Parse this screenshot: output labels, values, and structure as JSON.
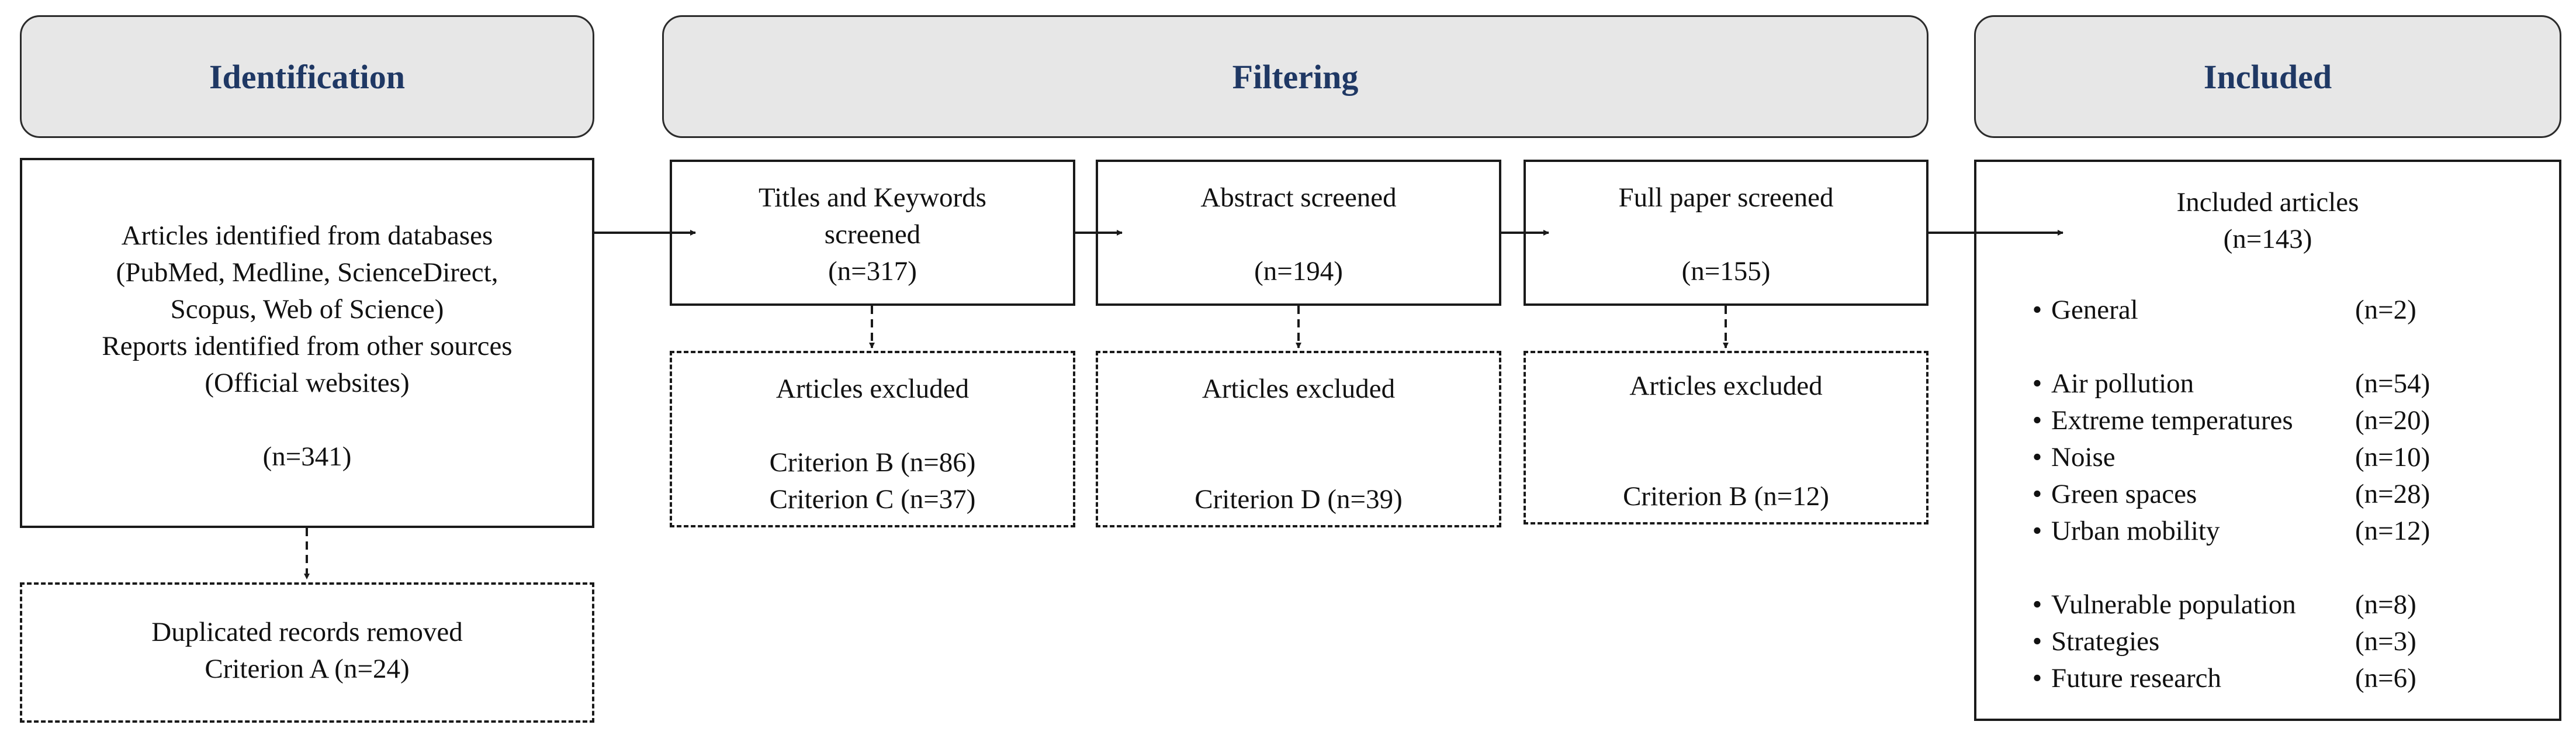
{
  "headers": {
    "identification": "Identification",
    "filtering": "Filtering",
    "included": "Included"
  },
  "identification": {
    "lines": [
      "Articles identified from databases",
      "(PubMed, Medline, ScienceDirect,",
      "Scopus, Web of Science)",
      "Reports identified from other sources",
      "(Official websites)"
    ],
    "count": "(n=341)"
  },
  "duplicates": {
    "title": "Duplicated records removed",
    "criterion": "Criterion A (n=24)"
  },
  "screening": [
    {
      "title_lines": [
        "Titles and Keywords",
        "screened"
      ],
      "count": "(n=317)",
      "excluded_title": "Articles excluded",
      "criteria": [
        "Criterion B (n=86)",
        "Criterion C (n=37)"
      ]
    },
    {
      "title_lines": [
        "Abstract screened"
      ],
      "count": "(n=194)",
      "excluded_title": "Articles excluded",
      "criteria": [
        "Criterion D (n=39)"
      ]
    },
    {
      "title_lines": [
        "Full paper  screened"
      ],
      "count": "(n=155)",
      "excluded_title": "Articles excluded",
      "criteria": [
        "Criterion B (n=12)"
      ]
    }
  ],
  "included": {
    "title": "Included articles",
    "count": "(n=143)",
    "bullet": "•",
    "groups": [
      [
        {
          "label": "General",
          "count": "(n=2)"
        }
      ],
      [
        {
          "label": "Air pollution",
          "count": "(n=54)"
        },
        {
          "label": "Extreme temperatures",
          "count": "(n=20)"
        },
        {
          "label": "Noise",
          "count": "(n=10)"
        },
        {
          "label": "Green spaces",
          "count": "(n=28)"
        },
        {
          "label": "Urban mobility",
          "count": "(n=12)"
        }
      ],
      [
        {
          "label": "Vulnerable population",
          "count": "(n=8)"
        },
        {
          "label": "Strategies",
          "count": "(n=3)"
        },
        {
          "label": "Future research",
          "count": "(n=6)"
        }
      ]
    ]
  }
}
